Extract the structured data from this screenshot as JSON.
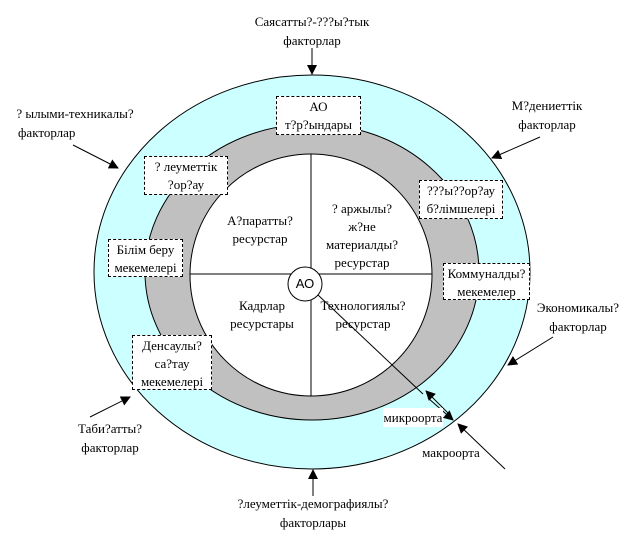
{
  "colors": {
    "outer_ring": "#ccffff",
    "middle_ring": "#c0c0c0",
    "inner_circle": "#ffffff",
    "stroke": "#000000"
  },
  "center": {
    "label": "АО"
  },
  "quadrants": {
    "top_left": [
      "А?паратты?",
      "ресурстар"
    ],
    "top_right": [
      "? аржылы?",
      "ж?не",
      "материалды?",
      "ресурстар"
    ],
    "bottom_left": [
      "Кадрлар",
      "ресурстары"
    ],
    "bottom_right": [
      "Технологиялы?",
      "ресурстар"
    ]
  },
  "micro_boxes": {
    "ao_groups": [
      "АО",
      "т?р?ындары"
    ],
    "social_environment": [
      "? леуметтік",
      "?ор?ау"
    ],
    "law_enforcement": [
      "???ы??ор?ау",
      "б?лімшелері"
    ],
    "education": [
      "Білім беру",
      "мекемелері"
    ],
    "communal": [
      "Коммуналды?",
      "мекемелер"
    ],
    "health": [
      "Денсаулы?",
      "са?тау",
      "мекемелері"
    ]
  },
  "external_factors": {
    "political_legal": [
      "Саясатты?-???ы?тык",
      "факторлар"
    ],
    "scientific_technical": [
      "? ылыми-техникалы?",
      "факторлар"
    ],
    "cultural": [
      "М?дениеттік",
      "факторлар"
    ],
    "economic": [
      "Экономикалы?",
      "факторлар"
    ],
    "natural": [
      "Таби?атты?",
      "факторлар"
    ],
    "socio_demographic": [
      "?леуметтік-демографиялы?",
      "факторлары"
    ]
  },
  "environment_labels": {
    "micro": "микроорта",
    "macro": "макроорта"
  }
}
